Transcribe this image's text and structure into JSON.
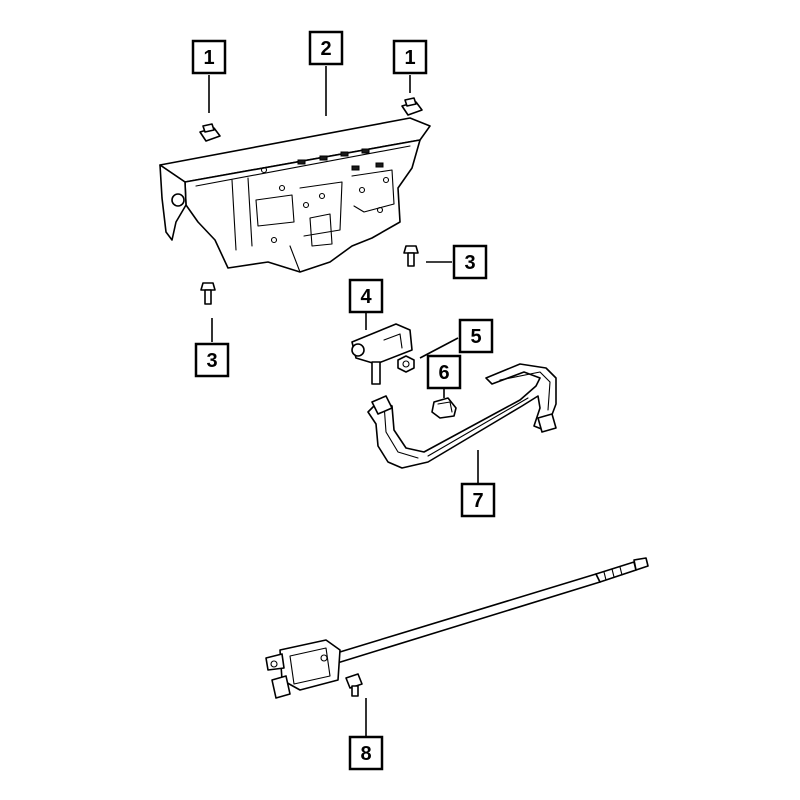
{
  "callouts": [
    {
      "id": "c1a",
      "label": "1"
    },
    {
      "id": "c2",
      "label": "2"
    },
    {
      "id": "c1b",
      "label": "1"
    },
    {
      "id": "c3a",
      "label": "3"
    },
    {
      "id": "c3b",
      "label": "3"
    },
    {
      "id": "c4",
      "label": "4"
    },
    {
      "id": "c5",
      "label": "5"
    },
    {
      "id": "c6",
      "label": "6"
    },
    {
      "id": "c7",
      "label": "7"
    },
    {
      "id": "c8",
      "label": "8"
    }
  ]
}
